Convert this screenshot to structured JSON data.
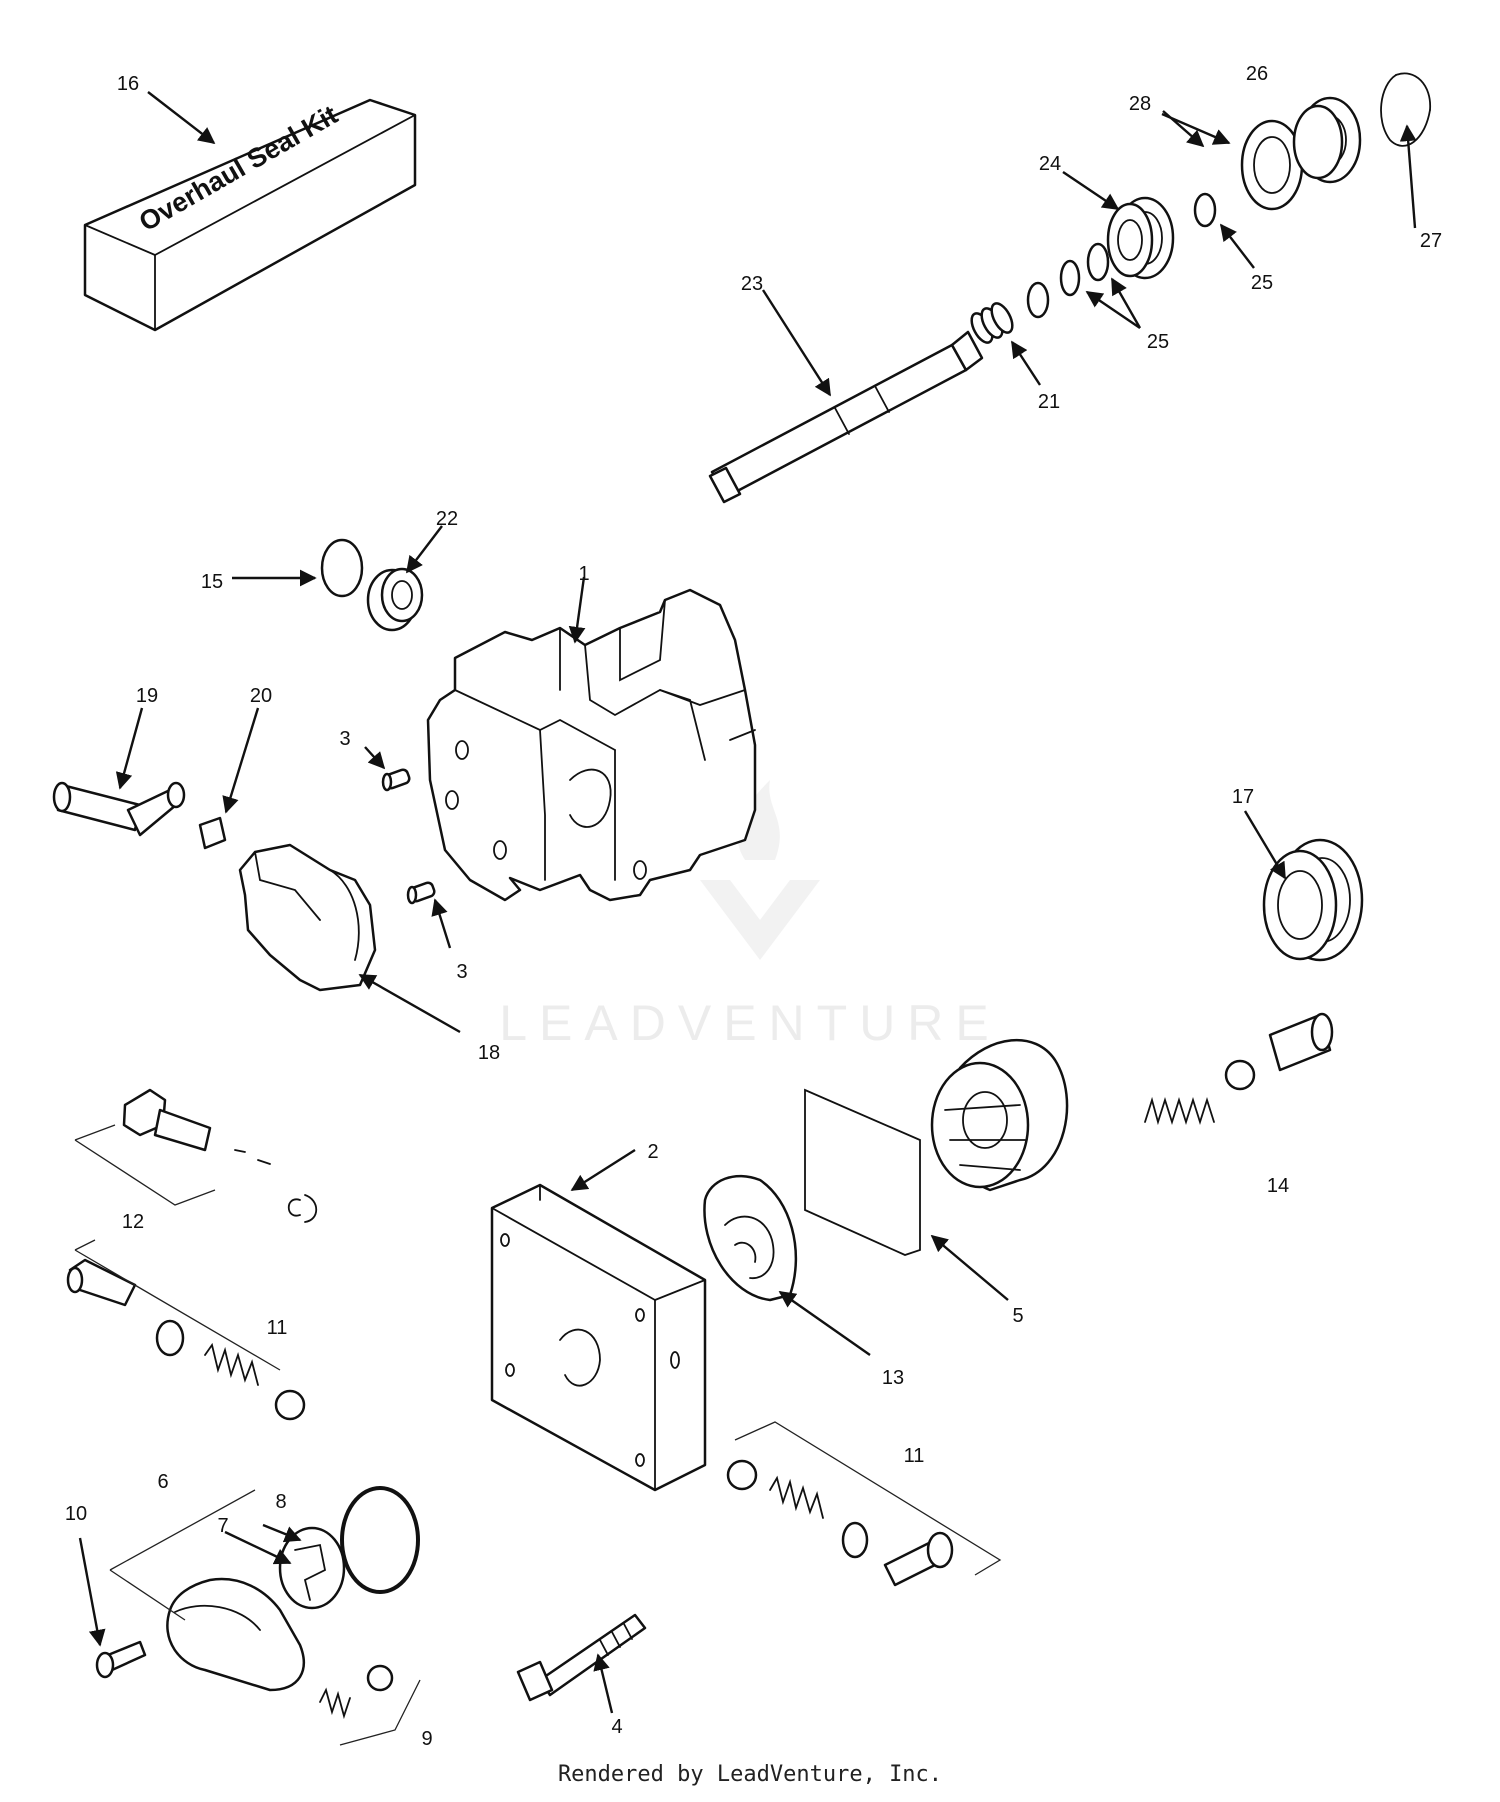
{
  "kit": {
    "label": "Overhaul Seal Kit"
  },
  "watermark": {
    "text": "LEADVENTURE"
  },
  "footer": {
    "text": "Rendered by LeadVenture, Inc."
  },
  "callouts": {
    "c1": "1",
    "c2": "2",
    "c3a": "3",
    "c3b": "3",
    "c4": "4",
    "c5": "5",
    "c6": "6",
    "c7": "7",
    "c8": "8",
    "c9": "9",
    "c10": "10",
    "c11a": "11",
    "c11b": "11",
    "c12": "12",
    "c13": "13",
    "c14": "14",
    "c15": "15",
    "c16": "16",
    "c17": "17",
    "c18": "18",
    "c19": "19",
    "c20": "20",
    "c21": "21",
    "c22": "22",
    "c23": "23",
    "c24": "24",
    "c25a": "25",
    "c25b": "25",
    "c26": "26",
    "c27": "27",
    "c28": "28"
  }
}
